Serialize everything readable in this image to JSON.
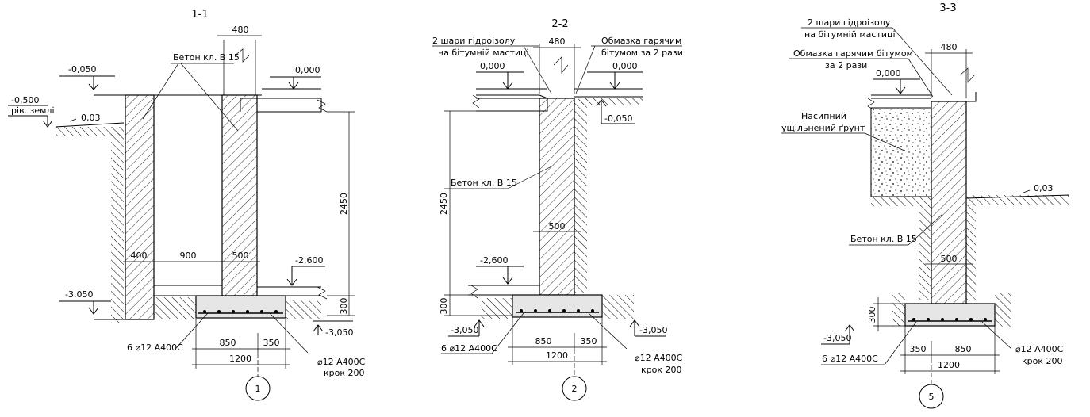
{
  "sections": [
    {
      "title": "1-1",
      "axis_label": "1",
      "labels": {
        "concrete": "Бетон кл. В 15",
        "ground_level_caption": "рів. землі",
        "rebar_bottom": "6 ⌀12 А400С",
        "rebar_step_a": "⌀12 А400С",
        "rebar_step_b": "крок 200"
      },
      "elevations": {
        "top_left": "-0,050",
        "ground_left": "-0,500",
        "slope": "0,03",
        "floor_top": "0,000",
        "basement_floor": "-2,600",
        "bottom_left": "-3,050",
        "bottom_right": "-3,050"
      },
      "dims": {
        "wall_top": "480",
        "wall_left": "400",
        "gap": "900",
        "wall_right": "500",
        "height": "2450",
        "slab": "300",
        "footing_a": "850",
        "footing_b": "350",
        "footing_total": "1200"
      }
    },
    {
      "title": "2-2",
      "axis_label": "2",
      "labels": {
        "waterproof_a": "2 шари гідроізолу",
        "waterproof_b": "на бітумній мастиці",
        "coating_a": "Обмазка гарячим",
        "coating_b": "бітумом за 2 рази",
        "concrete": "Бетон кл. В 15",
        "rebar_bottom": "6 ⌀12 А400С",
        "rebar_step_a": "⌀12 А400С",
        "rebar_step_b": "крок 200"
      },
      "elevations": {
        "floor_left": "0,000",
        "floor_right": "0,000",
        "outside": "-0,050",
        "basement_floor": "-2,600",
        "bottom_left": "-3,050",
        "bottom_right": "-3,050"
      },
      "dims": {
        "wall_top": "480",
        "height": "2450",
        "wall": "500",
        "slab": "300",
        "footing_a": "850",
        "footing_b": "350",
        "footing_total": "1200"
      }
    },
    {
      "title": "3-3",
      "axis_label": "5",
      "labels": {
        "waterproof_a": "2 шари гідроізолу",
        "waterproof_b": "на бітумній мастиці",
        "coating_a": "Обмазка гарячим бітумом",
        "coating_b": "за 2 рази",
        "fill_a": "Насипний",
        "fill_b": "ущільнений ґрунт",
        "concrete": "Бетон кл. В 15",
        "rebar_bottom": "6 ⌀12 А400С",
        "rebar_step_a": "⌀12 А400С",
        "rebar_step_b": "крок 200"
      },
      "elevations": {
        "floor": "0,000",
        "slope": "0,03",
        "bottom": "-3,050"
      },
      "dims": {
        "wall_top": "480",
        "wall": "500",
        "slab": "300",
        "footing_a": "350",
        "footing_b": "850",
        "footing_total": "1200"
      }
    }
  ]
}
